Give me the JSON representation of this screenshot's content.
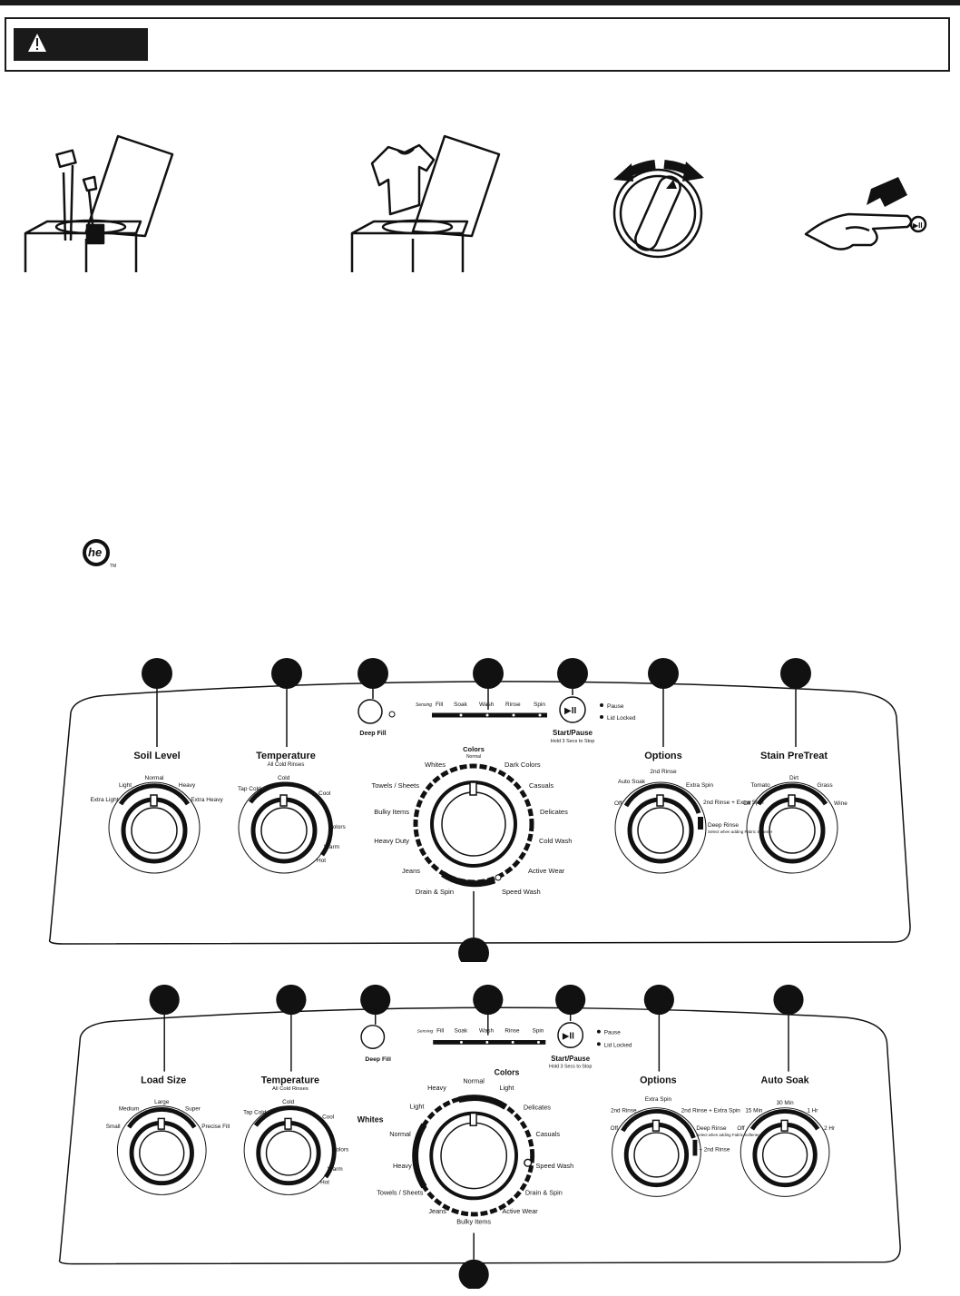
{
  "panel1": {
    "knob_soil": {
      "title": "Soil Level",
      "settings": [
        "Extra Light",
        "Light",
        "Normal",
        "Heavy",
        "Extra Heavy"
      ]
    },
    "knob_temp": {
      "title": "Temperature",
      "subtitle": "All Cold Rinses",
      "settings": [
        "Tap Cold",
        "Cold",
        "Cool",
        "Colors",
        "Warm",
        "Hot"
      ]
    },
    "deep_fill": "Deep Fill",
    "status": [
      "Sensing",
      "Fill",
      "Soak",
      "Wash",
      "Rinse",
      "Spin"
    ],
    "start": {
      "label": "Start/Pause",
      "sub": "Hold 3 Secs to Stop",
      "indicators": [
        "Pause",
        "Lid Locked"
      ]
    },
    "cycles": {
      "top": "Colors",
      "top_sub": "Normal",
      "items": [
        "Whites",
        "Dark Colors",
        "Towels / Sheets",
        "Casuals",
        "Bulky Items",
        "Delicates",
        "Heavy Duty",
        "Cold Wash",
        "Jeans",
        "Active Wear",
        "Drain & Spin",
        "Speed Wash"
      ]
    },
    "knob_options": {
      "title": "Options",
      "settings": [
        "Auto Soak",
        "2nd Rinse",
        "Extra Spin",
        "Off",
        "2nd Rinse + Extra Spin",
        "Deep Rinse",
        "Select when adding Fabric Softener"
      ]
    },
    "knob_stain": {
      "title": "Stain PreTreat",
      "settings": [
        "Tomato",
        "Dirt",
        "Grass",
        "Off",
        "Wine"
      ]
    }
  },
  "panel2": {
    "knob_load": {
      "title": "Load Size",
      "settings": [
        "Small",
        "Medium",
        "Large",
        "Super",
        "Precise Fill"
      ]
    },
    "knob_temp": {
      "title": "Temperature",
      "subtitle": "All Cold Rinses",
      "settings": [
        "Tap Cold",
        "Cold",
        "Cool",
        "Colors",
        "Warm",
        "Hot"
      ]
    },
    "deep_fill": "Deep Fill",
    "status": [
      "Sensing",
      "Fill",
      "Soak",
      "Wash",
      "Rinse",
      "Spin"
    ],
    "start": {
      "label": "Start/Pause",
      "sub": "Hold 3 Secs to Stop",
      "indicators": [
        "Pause",
        "Lid Locked"
      ]
    },
    "cycles": {
      "group_whites": "Whites",
      "group_colors": "Colors",
      "items": [
        "Heavy",
        "Normal",
        "Light",
        "Light",
        "Delicates",
        "Normal",
        "Casuals",
        "Heavy",
        "Speed Wash",
        "Towels / Sheets",
        "Drain & Spin",
        "Jeans",
        "Active Wear",
        "Bulky Items"
      ]
    },
    "knob_options": {
      "title": "Options",
      "settings": [
        "Extra Spin",
        "2nd Rinse",
        "2nd Rinse + Extra Spin",
        "Off",
        "Deep Rinse",
        "Select when adding Fabric Softener",
        "+ 2nd Rinse"
      ]
    },
    "knob_soak": {
      "title": "Auto Soak",
      "settings": [
        "15 Min",
        "30 Min",
        "1 Hr",
        "Off",
        "2 Hr"
      ]
    }
  }
}
